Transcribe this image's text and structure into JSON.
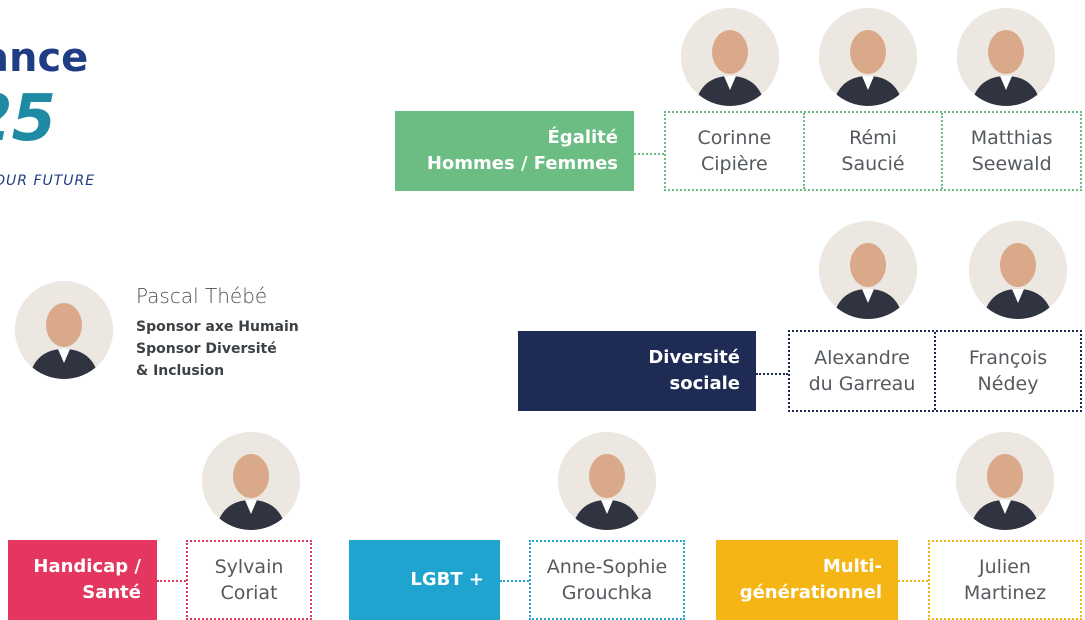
{
  "logo": {
    "line1": "ance",
    "line2": "25",
    "tagline": "OUR FUTURE"
  },
  "sponsor": {
    "name": "Pascal Thébé",
    "role_lines": [
      "Sponsor axe Humain",
      "Sponsor Diversité",
      "& Inclusion"
    ]
  },
  "groups": {
    "egalite": {
      "label_lines": [
        "Égalité",
        "Hommes / Femmes"
      ],
      "color": "#6bbd84",
      "people": [
        {
          "first": "Corinne",
          "last": "Cipière"
        },
        {
          "first": "Rémi",
          "last": "Saucié"
        },
        {
          "first": "Matthias",
          "last": "Seewald"
        }
      ]
    },
    "diversite": {
      "label_lines": [
        "Diversité",
        "sociale"
      ],
      "color": "#1e2b55",
      "people": [
        {
          "first": "Alexandre",
          "last": "du Garreau"
        },
        {
          "first": "François",
          "last": "Nédey"
        }
      ]
    },
    "handicap": {
      "label_lines": [
        "Handicap /",
        "Santé"
      ],
      "color": "#e53660",
      "people": [
        {
          "first": "Sylvain",
          "last": "Coriat"
        }
      ]
    },
    "lgbt": {
      "label_lines": [
        "LGBT +"
      ],
      "color": "#1fa3cf",
      "people": [
        {
          "first": "Anne-Sophie",
          "last": "Grouchka"
        }
      ]
    },
    "multi": {
      "label_lines": [
        "Multi-",
        "générationnel"
      ],
      "color": "#f5b514",
      "people": [
        {
          "first": "Julien",
          "last": "Martinez"
        }
      ]
    }
  }
}
